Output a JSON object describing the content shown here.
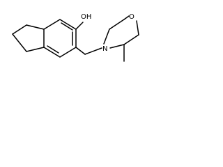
{
  "molecule": {
    "atoms": {
      "hydroxyl": "OH",
      "ring_oxygen": "O",
      "ring_nitrogen": "N"
    },
    "colors": {
      "bond": "#000000",
      "label": "#000000",
      "background": "#ffffff"
    }
  }
}
